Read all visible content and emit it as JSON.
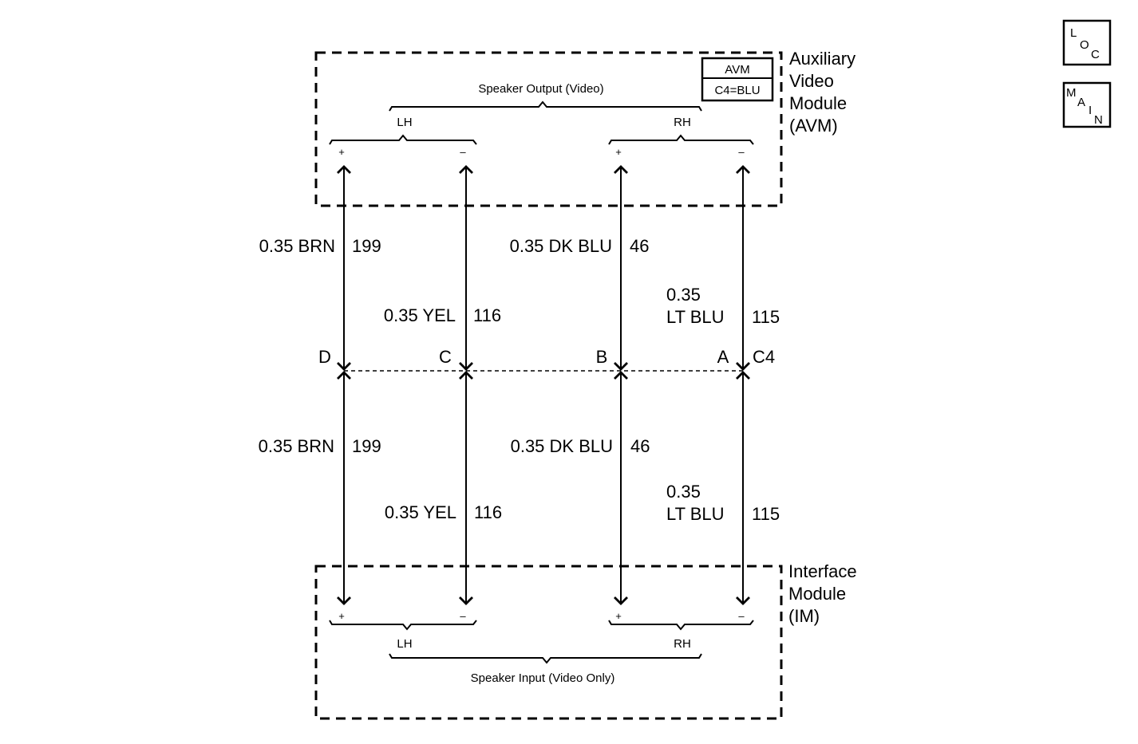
{
  "modules": {
    "avm": {
      "name_lines": [
        "Auxiliary",
        "Video",
        "Module",
        "(AVM)"
      ],
      "connector_box": {
        "line1": "AVM",
        "line2": "C4=BLU"
      },
      "group_label": "Speaker Output (Video)",
      "lh_label": "LH",
      "rh_label": "RH"
    },
    "im": {
      "name_lines": [
        "Interface",
        "Module",
        "(IM)"
      ],
      "group_label": "Speaker Input (Video Only)",
      "lh_label": "LH",
      "rh_label": "RH"
    }
  },
  "polarity": {
    "plus": "+",
    "minus": "–"
  },
  "connector": {
    "name": "C4",
    "pins": [
      "D",
      "C",
      "B",
      "A"
    ]
  },
  "wires_upper": [
    {
      "pin": "D",
      "color_lines": [
        "0.35 BRN"
      ],
      "circuit": "199"
    },
    {
      "pin": "C",
      "color_lines": [
        "0.35 YEL"
      ],
      "circuit": "116"
    },
    {
      "pin": "B",
      "color_lines": [
        "0.35 DK BLU"
      ],
      "circuit": "46"
    },
    {
      "pin": "A",
      "color_lines": [
        "0.35",
        "LT BLU"
      ],
      "circuit": "115"
    }
  ],
  "wires_lower": [
    {
      "pin": "D",
      "color_lines": [
        "0.35 BRN"
      ],
      "circuit": "199"
    },
    {
      "pin": "C",
      "color_lines": [
        "0.35 YEL"
      ],
      "circuit": "116"
    },
    {
      "pin": "B",
      "color_lines": [
        "0.35 DK BLU"
      ],
      "circuit": "46"
    },
    {
      "pin": "A",
      "color_lines": [
        "0.35",
        "LT BLU"
      ],
      "circuit": "115"
    }
  ],
  "nav": {
    "loc": {
      "letters": [
        "L",
        "O",
        "C"
      ]
    },
    "main": {
      "letters": [
        "M",
        "A",
        "I",
        "N"
      ]
    }
  }
}
